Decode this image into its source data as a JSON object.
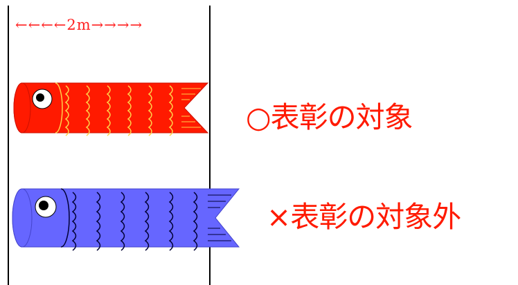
{
  "measurement": {
    "label": "←←←←2m→→→→"
  },
  "captions": {
    "eligible": "○表彰の対象",
    "not_eligible": "×表彰の対象外"
  },
  "icons": {
    "red_fish": "koinobori-red-carp-icon",
    "blue_fish": "koinobori-blue-carp-icon"
  },
  "colors": {
    "red_carp_body": "#ff1a00",
    "red_carp_scales": "#ffd24a",
    "blue_carp_body": "#6666ff",
    "blue_carp_scales": "#000033",
    "caption_text": "#ff1a00",
    "guide_line": "#000000"
  }
}
